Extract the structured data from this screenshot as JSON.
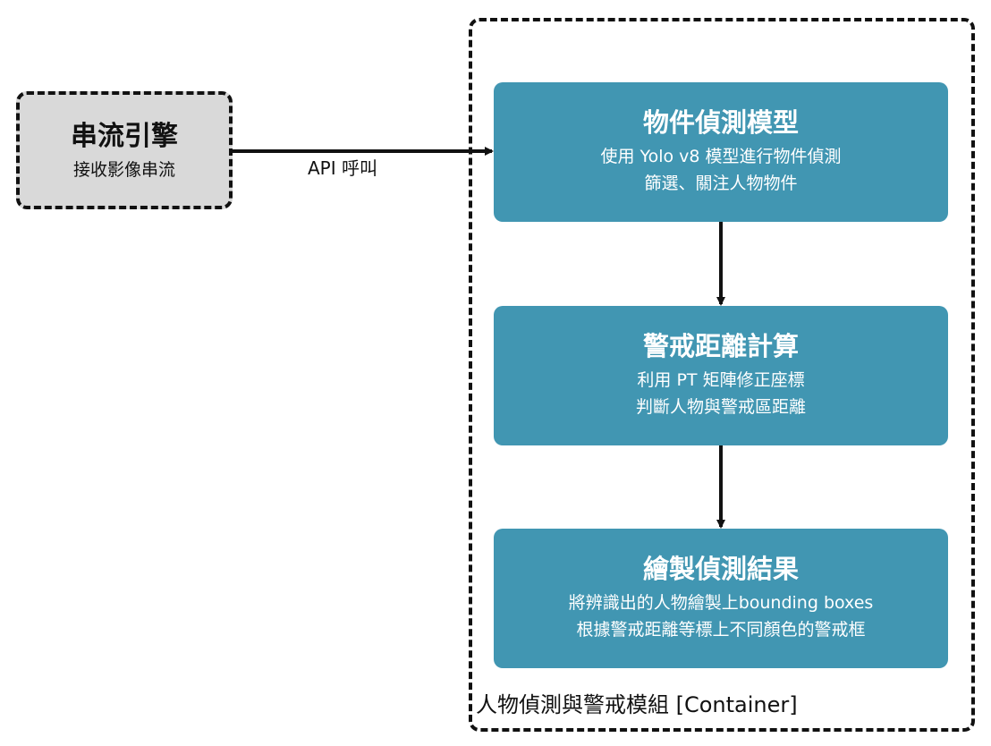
{
  "external_system": {
    "title": "串流引擎",
    "subtitle": "接收影像串流"
  },
  "connector": {
    "label": "API 呼叫"
  },
  "container": {
    "label": "人物偵測與警戒模組 [Container]"
  },
  "components": [
    {
      "title": "物件偵測模型",
      "lines": [
        "使用 Yolo v8 模型進行物件偵測",
        "篩選、關注人物物件"
      ]
    },
    {
      "title": "警戒距離計算",
      "lines": [
        "利用 PT 矩陣修正座標",
        "判斷人物與警戒區距離"
      ]
    },
    {
      "title": "繪製偵測結果",
      "lines": [
        "將辨識出的人物繪製上bounding boxes",
        "根據警戒距離等標上不同顏色的警戒框"
      ]
    }
  ],
  "colors": {
    "component_fill": "#4196b2",
    "external_fill": "#d9d9d9",
    "line": "#111111"
  }
}
